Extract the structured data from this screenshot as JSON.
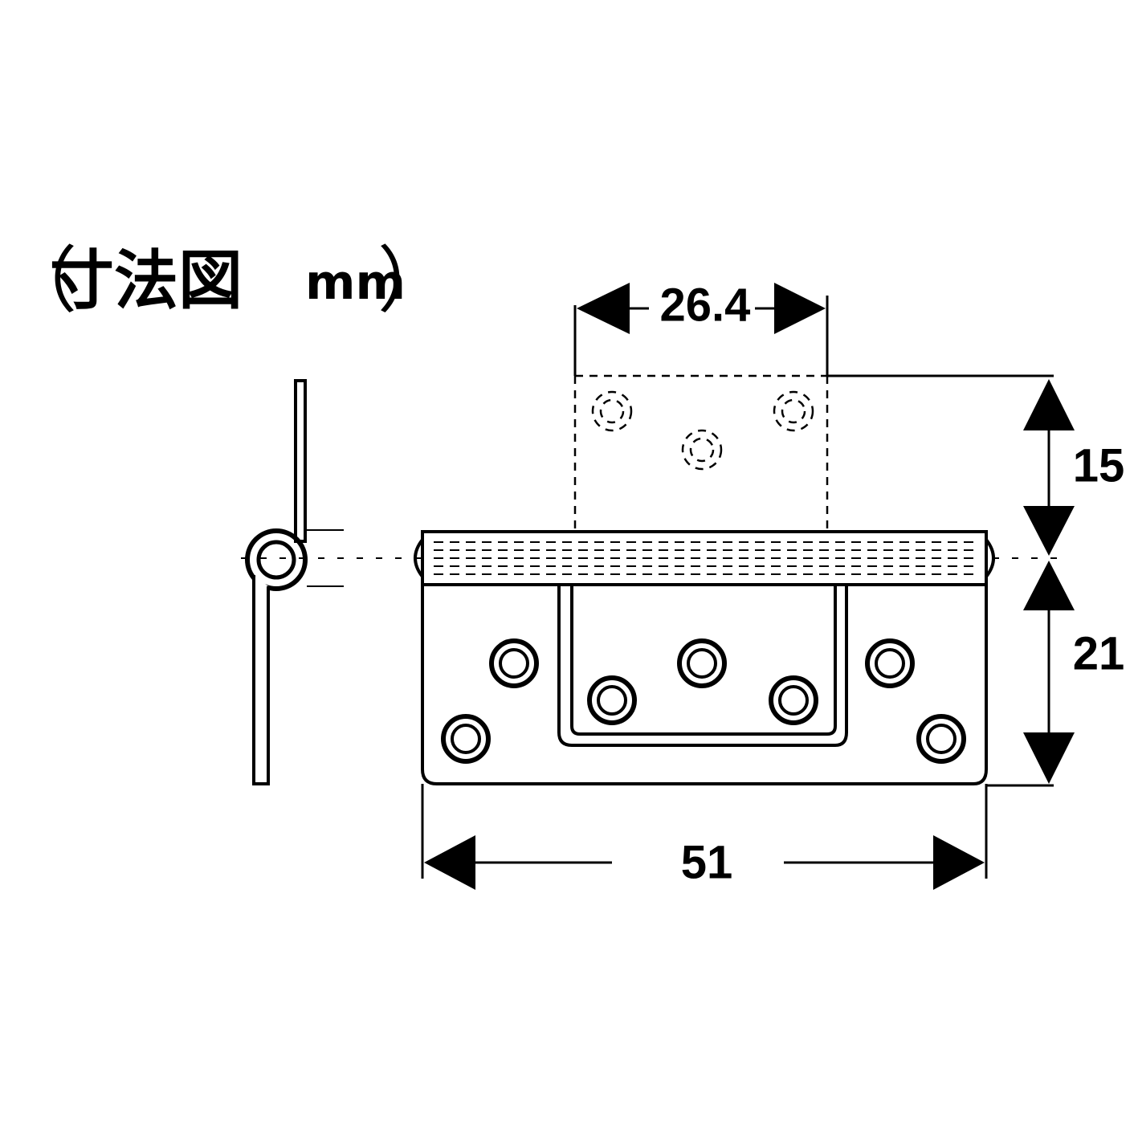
{
  "title": {
    "open_paren": "（",
    "text": "寸法図",
    "unit": "mm",
    "close_paren": "）"
  },
  "dimensions": {
    "top_width": "26.4",
    "upper_leaf_height": "15",
    "lower_leaf_height": "21",
    "overall_width": "51"
  }
}
